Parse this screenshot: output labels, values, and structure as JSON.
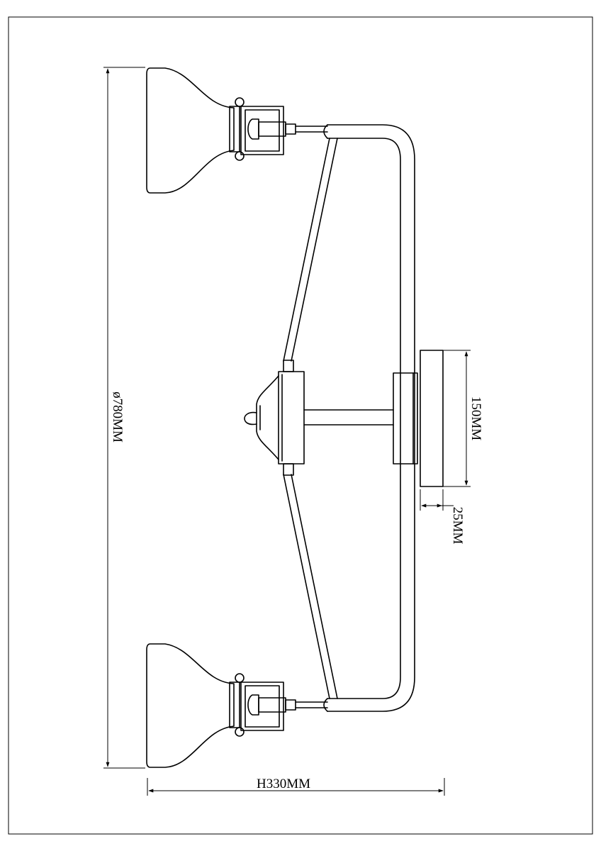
{
  "dimensions": {
    "diameter_label": "ø780MM",
    "height_label": "H330MM",
    "canopy_label": "150MM",
    "canopy_depth_label": "25MM"
  }
}
